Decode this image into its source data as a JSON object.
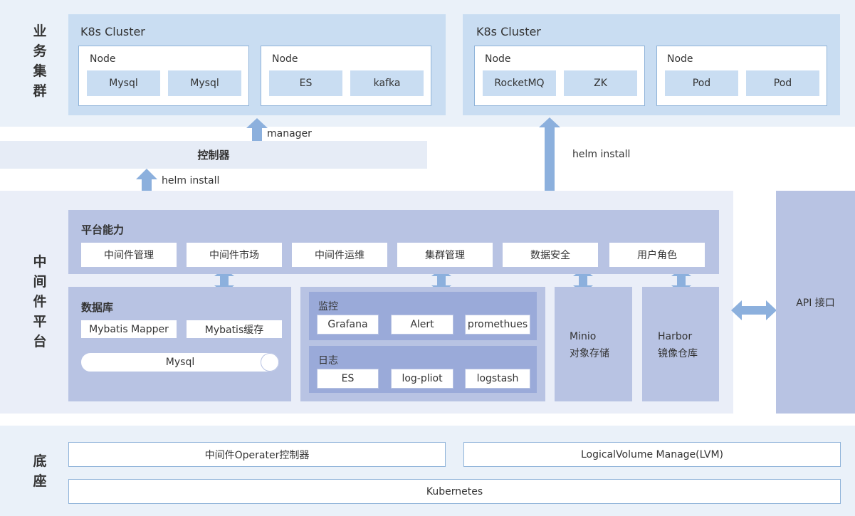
{
  "sections": {
    "business": "业务集群",
    "middleware": "中间件平台",
    "base": "底座"
  },
  "clusters": [
    {
      "title": "K8s Cluster",
      "nodes": [
        {
          "title": "Node",
          "items": [
            "Mysql",
            "Mysql"
          ]
        },
        {
          "title": "Node",
          "items": [
            "ES",
            "kafka"
          ]
        }
      ]
    },
    {
      "title": "K8s Cluster",
      "nodes": [
        {
          "title": "Node",
          "items": [
            "RocketMQ",
            "ZK"
          ]
        },
        {
          "title": "Node",
          "items": [
            "Pod",
            "Pod"
          ]
        }
      ]
    }
  ],
  "arrows": {
    "manager": "manager",
    "helm_install_left": "helm install",
    "helm_install_right": "helm install"
  },
  "controller": "控制器",
  "platform": {
    "title": "平台能力",
    "items": [
      "中间件管理",
      "中间件市场",
      "中间件运维",
      "集群管理",
      "数据安全",
      "用户角色"
    ]
  },
  "database": {
    "title": "数据库",
    "items": [
      "Mybatis Mapper",
      "Mybatis缓存"
    ],
    "toggle_label": "Mysql"
  },
  "monitoring": {
    "title": "监控",
    "items": [
      "Grafana",
      "Alert",
      "promethues"
    ]
  },
  "logs": {
    "title": "日志",
    "items": [
      "ES",
      "log-pliot",
      "logstash"
    ]
  },
  "storage": [
    {
      "line1": "Minio",
      "line2": "对象存储"
    },
    {
      "line1": "Harbor",
      "line2": "镜像仓库"
    }
  ],
  "api": "API 接口",
  "base": {
    "left": "中间件Operater控制器",
    "right": "LogicalVolume Manage(LVM)",
    "bottom": "Kubernetes"
  },
  "colors": {
    "arrow": "#8cb0dd",
    "cluster_bg": "#c9ddf2",
    "platform_bg": "#b8c3e3",
    "subpanel_bg": "#9aaad9"
  }
}
